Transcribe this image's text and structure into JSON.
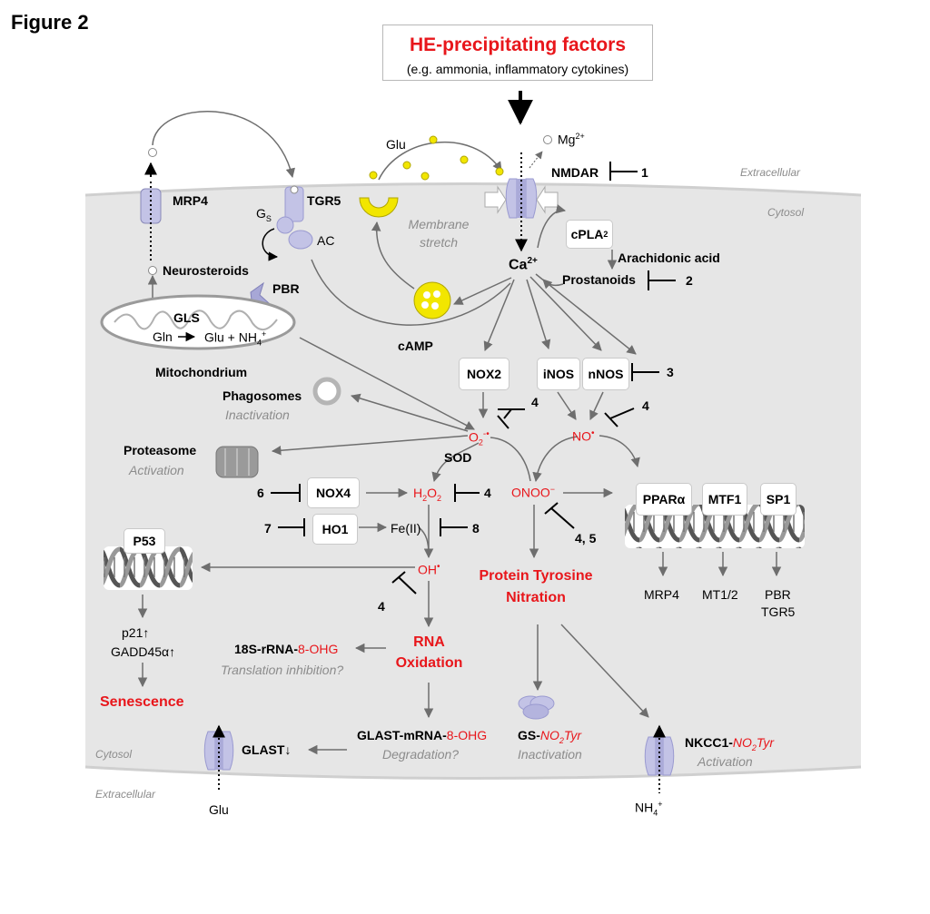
{
  "figure_title": "Figure 2",
  "header": {
    "title": "HE-precipitating factors",
    "subtitle": "(e.g. ammonia, inflammatory cytokines)"
  },
  "regions": {
    "extracellular_top": "Extracellular",
    "cytosol_top": "Cytosol",
    "cytosol_bottom": "Cytosol",
    "extracellular_bottom": "Extracellular"
  },
  "labels": {
    "glu_top": "Glu",
    "mg": "Mg",
    "mg_sup": "2+",
    "nmdar": "NMDAR",
    "num_1": "1",
    "mrp4": "MRP4",
    "tgr5": "TGR5",
    "gs": "G",
    "gs_sub": "S",
    "ac": "AC",
    "membrane_stretch_1": "Membrane",
    "membrane_stretch_2": "stretch",
    "cpla2": "cPLA",
    "cpla2_sub": "2",
    "ca": "Ca",
    "ca_sup": "2+",
    "arachidonic": "Arachidonic acid",
    "prostanoids": "Prostanoids",
    "num_2": "2",
    "neurosteroids": "Neurosteroids",
    "pbr": "PBR",
    "gls": "GLS",
    "gln": "Gln",
    "glu_nh4": "Glu + NH",
    "nh4_sub": "4",
    "nh4_sup": "+",
    "camp": "cAMP",
    "mitochondrium": "Mitochondrium",
    "nox2": "NOX2",
    "inos": "iNOS",
    "nnos": "nNOS",
    "num_3": "3",
    "phagosomes": "Phagosomes",
    "inactivation_1": "Inactivation",
    "num_4a": "4",
    "num_4b": "4",
    "o2": "O",
    "o2_sub": "2",
    "o2_sup": "-",
    "radical_dot": "•",
    "no": "NO",
    "proteasome": "Proteasome",
    "activation_1": "Activation",
    "sod": "SOD",
    "num_6": "6",
    "nox4": "NOX4",
    "h2o2_h": "H",
    "h2o2_2a": "2",
    "h2o2_o": "O",
    "h2o2_2b": "2",
    "num_4c": "4",
    "onoo": "ONOO",
    "onoo_sup": "−",
    "ppar": "PPARα",
    "mtf1": "MTF1",
    "sp1": "SP1",
    "num_7": "7",
    "ho1": "HO1",
    "fe": "Fe(II)",
    "num_8": "8",
    "num_45": "4, 5",
    "p53": "P53",
    "oh": "OH",
    "ptn_1": "Protein Tyrosine",
    "ptn_2": "Nitration",
    "mrp4_out": "MRP4",
    "mt12": "MT1/2",
    "pbr_out": "PBR",
    "tgr5_out": "TGR5",
    "num_4d": "4",
    "p21": "p21",
    "gadd": "GADD45α",
    "up_arrow": "↑",
    "down_arrow": "↓",
    "rrna": "18S-rRNA-",
    "ohg": "8-OHG",
    "rna_1": "RNA",
    "rna_2": "Oxidation",
    "translation": "Translation inhibition?",
    "senescence": "Senescence",
    "glast_mrna": "GLAST-mRNA-",
    "degradation": "Degradation?",
    "gs_tyr": "GS-",
    "no2tyr": "NO",
    "no2tyr_sub": "2",
    "tyr": "Tyr",
    "inactivation_2": "Inactivation",
    "nkcc1": "NKCC1-",
    "activation_2": "Activation",
    "glast": "GLAST",
    "glu_bottom": "Glu",
    "nh4_bottom": "NH",
    "nh4b_sub": "4",
    "nh4b_sup": "+"
  },
  "colors": {
    "highlight_red": "#e8161b",
    "cytosol_grey": "#e6e6e6",
    "arrow_grey": "#6e6e6e",
    "vesicle_yellow": "#f2e600",
    "channel_lavender": "#c3c3e6"
  }
}
